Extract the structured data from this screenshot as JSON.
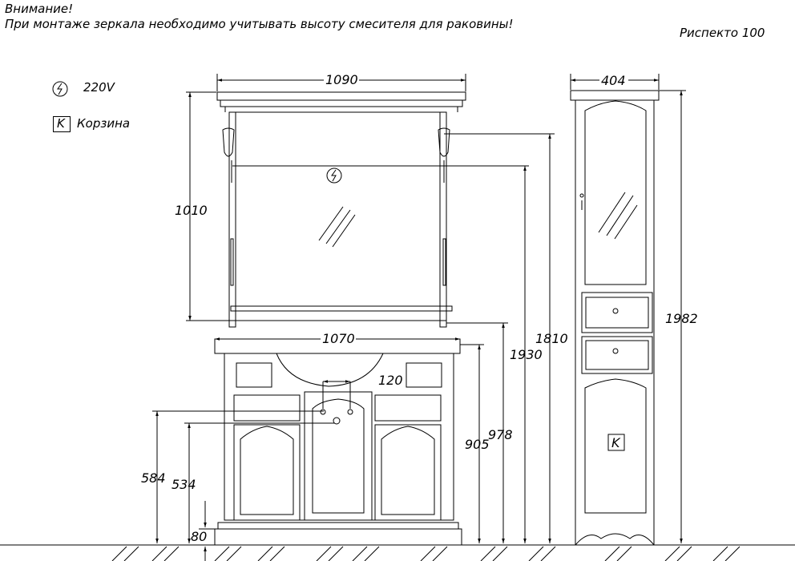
{
  "notice": {
    "title": "Внимание!",
    "text": "При монтаже зеркала необходимо учитывать высоту смесителя для раковины!"
  },
  "model_name": "Риспекто   100",
  "legend": {
    "power_label": "220V",
    "basket_symbol": "K",
    "basket_label": "Корзина"
  },
  "dimensions": {
    "mirror_width": "1090",
    "mirror_height": "1010",
    "vanity_width": "1070",
    "faucet_offset": "120",
    "height_1810": "1810",
    "height_1930": "1930",
    "height_978": "978",
    "height_905": "905",
    "height_584": "584",
    "height_534": "534",
    "plinth_80": "80",
    "cabinet_width": "404",
    "cabinet_height": "1982"
  },
  "cabinet_basket_symbol": "K",
  "colors": {
    "line": "#000000",
    "background": "#ffffff"
  }
}
